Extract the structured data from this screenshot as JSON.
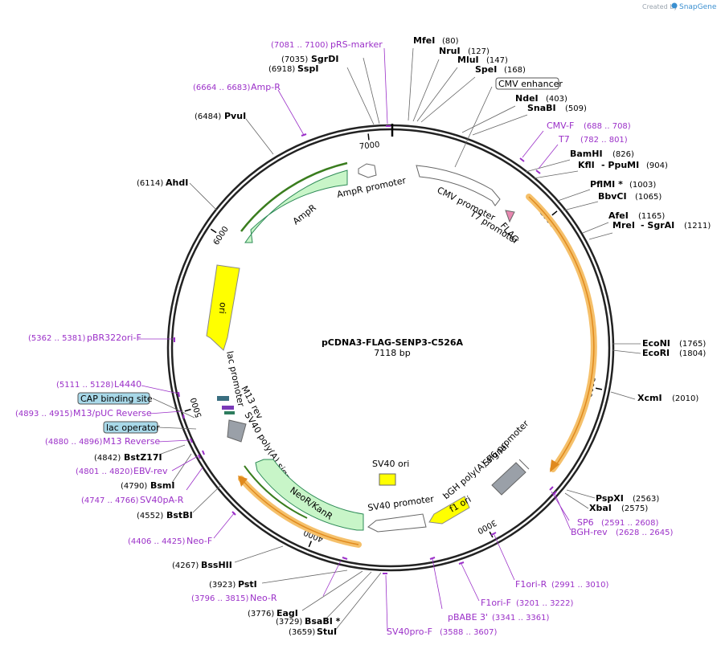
{
  "credit": {
    "prefix": "Created by",
    "brand": "SnapGene"
  },
  "plasmid": {
    "name": "pCDNA3-FLAG-SENP3-C526A",
    "length_label": "7118 bp",
    "total_bp": 7118
  },
  "ticks": [
    {
      "label": "1000",
      "bp": 1000
    },
    {
      "label": "2000",
      "bp": 2000
    },
    {
      "label": "3000",
      "bp": 3000
    },
    {
      "label": "4000",
      "bp": 4000
    },
    {
      "label": "5000",
      "bp": 5000
    },
    {
      "label": "6000",
      "bp": 6000
    },
    {
      "label": "7000",
      "bp": 7000
    }
  ],
  "sites": [
    {
      "name": "MfeI",
      "pos": "(80)",
      "bp": 80
    },
    {
      "name": "NruI",
      "pos": "(127)",
      "bp": 127
    },
    {
      "name": "MluI",
      "pos": "(147)",
      "bp": 147
    },
    {
      "name": "SpeI",
      "pos": "(168)",
      "bp": 168
    },
    {
      "name": "NdeI",
      "pos": "(403)",
      "bp": 403
    },
    {
      "name": "SnaBI",
      "pos": "(509)",
      "bp": 509
    },
    {
      "name": "BamHI",
      "pos": "(826)",
      "bp": 826
    },
    {
      "name": "KflI",
      "extra": "- PpuMI",
      "pos": "(904)",
      "bp": 904
    },
    {
      "name": "PflMI *",
      "pos": "(1003)",
      "bp": 1003
    },
    {
      "name": "BbvCI",
      "pos": "(1065)",
      "bp": 1065
    },
    {
      "name": "AfeI",
      "pos": "(1165)",
      "bp": 1165
    },
    {
      "name": "MreI",
      "extra": "- SgrAI",
      "pos": "(1211)",
      "bp": 1211
    },
    {
      "name": "EcoNI",
      "pos": "(1765)",
      "bp": 1765
    },
    {
      "name": "EcoRI",
      "pos": "(1804)",
      "bp": 1804
    },
    {
      "name": "XcmI",
      "pos": "(2010)",
      "bp": 2010
    },
    {
      "name": "PspXI",
      "pos": "(2563)",
      "bp": 2563
    },
    {
      "name": "XbaI",
      "pos": "(2575)",
      "bp": 2575
    },
    {
      "name": "StuI",
      "pos": "(3659)",
      "bp": 3659
    },
    {
      "name": "BsaBI *",
      "pos": "(3729)",
      "bp": 3729
    },
    {
      "name": "EagI",
      "pos": "(3776)",
      "bp": 3776
    },
    {
      "name": "PstI",
      "pos": "(3923)",
      "bp": 3923
    },
    {
      "name": "BssHII",
      "pos": "(4267)",
      "bp": 4267
    },
    {
      "name": "BstBI",
      "pos": "(4552)",
      "bp": 4552
    },
    {
      "name": "BsmI",
      "pos": "(4790)",
      "bp": 4790
    },
    {
      "name": "BstZ17I",
      "pos": "(4842)",
      "bp": 4842
    },
    {
      "name": "AhdI",
      "pos": "(6114)",
      "bp": 6114
    },
    {
      "name": "PvuI",
      "pos": "(6484)",
      "bp": 6484
    },
    {
      "name": "SspI",
      "pos": "(6918)",
      "bp": 6918
    },
    {
      "name": "SgrDI",
      "pos": "(7035)",
      "bp": 7035
    }
  ],
  "primers": [
    {
      "name": "pRS-marker",
      "pos": "(7081 .. 7100)"
    },
    {
      "name": "Amp-R",
      "pos": "(6664 .. 6683)"
    },
    {
      "name": "CMV-F",
      "pos": "(688 .. 708)"
    },
    {
      "name": "T7",
      "pos": "(782 .. 801)"
    },
    {
      "name": "pBR322ori-F",
      "pos": "(5362 .. 5381)"
    },
    {
      "name": "L4440",
      "pos": "(5111 .. 5128)"
    },
    {
      "name": "M13/pUC Reverse",
      "pos": "(4893 .. 4915)"
    },
    {
      "name": "M13 Reverse",
      "pos": "(4880 .. 4896)"
    },
    {
      "name": "EBV-rev",
      "pos": "(4801 .. 4820)"
    },
    {
      "name": "SV40pA-R",
      "pos": "(4747 .. 4766)"
    },
    {
      "name": "Neo-F",
      "pos": "(4406 .. 4425)"
    },
    {
      "name": "Neo-R",
      "pos": "(3796 .. 3815)"
    },
    {
      "name": "SV40pro-F",
      "pos": "(3588 .. 3607)"
    },
    {
      "name": "pBABE 3'",
      "pos": "(3341 .. 3361)"
    },
    {
      "name": "F1ori-F",
      "pos": "(3201 .. 3222)"
    },
    {
      "name": "F1ori-R",
      "pos": "(2991 .. 3010)"
    },
    {
      "name": "SP6",
      "pos": "(2591 .. 2608)"
    },
    {
      "name": "BGH-rev",
      "pos": "(2628 .. 2645)"
    }
  ],
  "boxed_labels": {
    "cmv_enhancer": "CMV enhancer",
    "cap_binding_site": "CAP binding site",
    "lac_operator": "lac operator"
  },
  "features": {
    "ampr": "AmpR",
    "ampr_promoter": "AmpR promoter",
    "cmv_promoter": "CMV promoter",
    "t7_promoter": "T7 promoter",
    "flag": "FLAG",
    "ori": "ori",
    "lac_promoter": "lac promoter",
    "m13_rev": "M13 rev",
    "sv40_polya": "SV40 poly(A) signal",
    "neor_kanr": "NeoR/KanR",
    "sv40_promoter": "SV40 promoter",
    "sv40_ori": "SV40 ori",
    "f1_ori": "f1 ori",
    "bgh_polya": "bGH poly(A) signal",
    "sp6_promoter": "SP6 promoter"
  },
  "colors": {
    "backbone": "#222222",
    "primer": "#9b30c8",
    "ampr_fill": "#c8f5c8",
    "ampr_stroke": "#2e8b57",
    "ampr_line": "#3a7d1e",
    "ori_fill": "#ffff00",
    "f1_fill": "#ffff00",
    "orf_halo": "#f5c06a",
    "orf_line": "#e08a1e",
    "promoter_fill": "#ffffff",
    "polya_fill": "#9aa0a8",
    "cap_fill": "#a8d8e8",
    "lac_op_fill": "#a8d8e8",
    "flag_fill": "#e888b0",
    "sv40ori_fill": "#ffff00"
  }
}
